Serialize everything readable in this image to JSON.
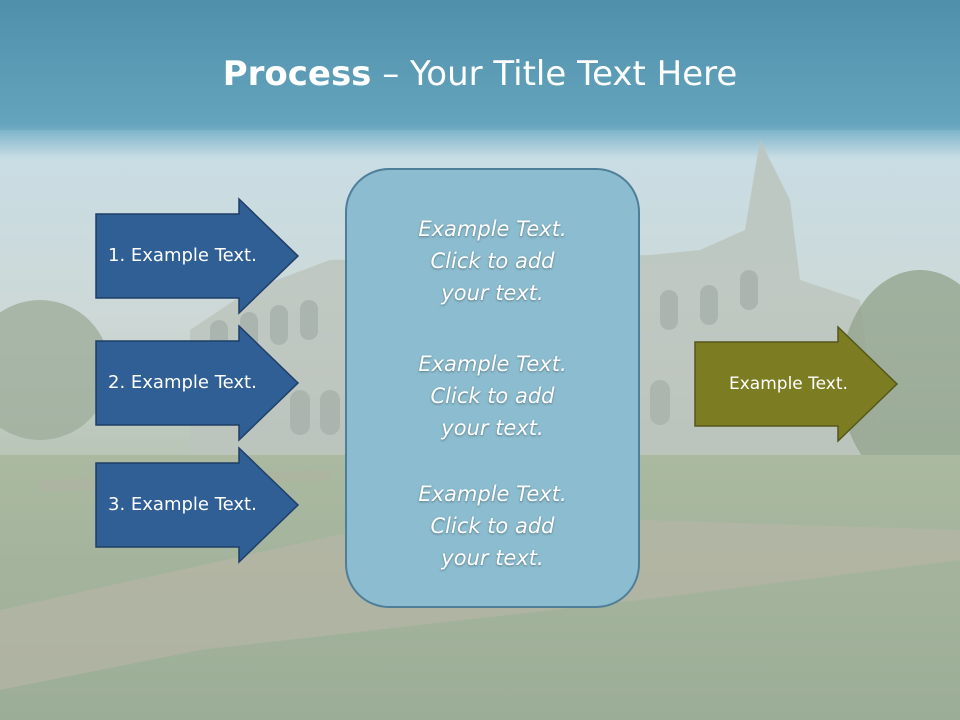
{
  "title": {
    "bold": "Process",
    "rest": " – Your Title Text Here"
  },
  "steps": [
    {
      "label": "1. Example Text."
    },
    {
      "label": "2. Example Text."
    },
    {
      "label": "3. Example Text."
    }
  ],
  "center_blocks": [
    {
      "line1": "Example Text.",
      "line2": "Click  to add",
      "line3": "your text."
    },
    {
      "line1": "Example Text.",
      "line2": "Click  to add",
      "line3": "your text."
    },
    {
      "line1": "Example Text.",
      "line2": "Click  to add",
      "line3": "your text."
    }
  ],
  "output": {
    "label": "Example Text."
  },
  "colors": {
    "header": "#5b9ab2",
    "step_arrow": "#2f5f95",
    "output_arrow": "#7c7d23",
    "center_box": "#8bbccf"
  }
}
